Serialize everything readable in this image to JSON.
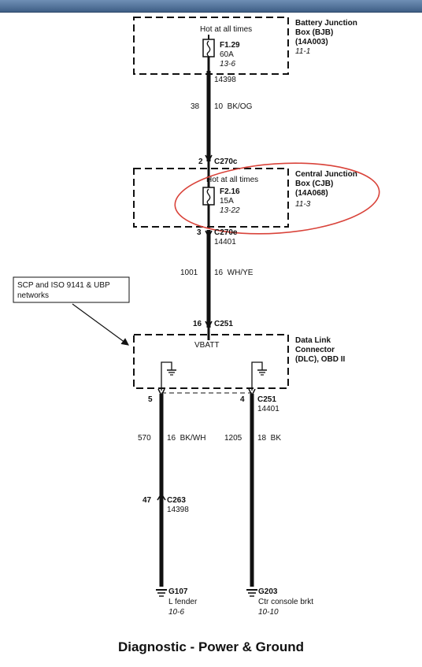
{
  "title": "Diagnostic - Power & Ground",
  "bjb": {
    "hot_label": "Hot at all times",
    "fuse_id": "F1.29",
    "fuse_rating": "60A",
    "fuse_ref": "13-6",
    "circuit_below": "14398",
    "name_line1": "Battery Junction",
    "name_line2": "Box (BJB)",
    "part_no": "(14A003)",
    "page_ref": "11-1"
  },
  "wire1": {
    "circuit": "38",
    "gauge_color": "10  BK/OG"
  },
  "c270c": {
    "pin": "2",
    "name": "C270c"
  },
  "cjb": {
    "hot_label": "Hot at all times",
    "fuse_id": "F2.16",
    "fuse_rating": "15A",
    "fuse_ref": "13-22",
    "name_line1": "Central Junction",
    "name_line2": "Box (CJB)",
    "part_no": "(14A068)",
    "page_ref": "11-3"
  },
  "c270e": {
    "pin": "3",
    "name": "C270e",
    "circuit": "14401"
  },
  "wire2": {
    "circuit": "1001",
    "gauge_color": "16  WH/YE"
  },
  "callout": {
    "line1": "SCP and ISO 9141 & UBP",
    "line2": "networks"
  },
  "c251_top": {
    "pin": "16",
    "name": "C251"
  },
  "dlc": {
    "inside_label": "VBATT",
    "name_line1": "Data Link",
    "name_line2": "Connector",
    "name_line3": "(DLC), OBD II"
  },
  "c251_bottom": {
    "pin_left": "5",
    "pin_right": "4",
    "name": "C251",
    "circuit": "14401"
  },
  "wire3": {
    "circuit": "570",
    "gauge_color": "16  BK/WH"
  },
  "wire4": {
    "circuit": "1205",
    "gauge_color": "18  BK"
  },
  "c263": {
    "pin": "47",
    "name": "C263",
    "circuit": "14398"
  },
  "g107": {
    "name": "G107",
    "location": "L fender",
    "ref": "10-6"
  },
  "g203": {
    "name": "G203",
    "location": "Ctr console brkt",
    "ref": "10-10"
  },
  "colors": {
    "highlight": "#d9433a",
    "wire": "#111111",
    "titlebar": "#4f6f96"
  }
}
